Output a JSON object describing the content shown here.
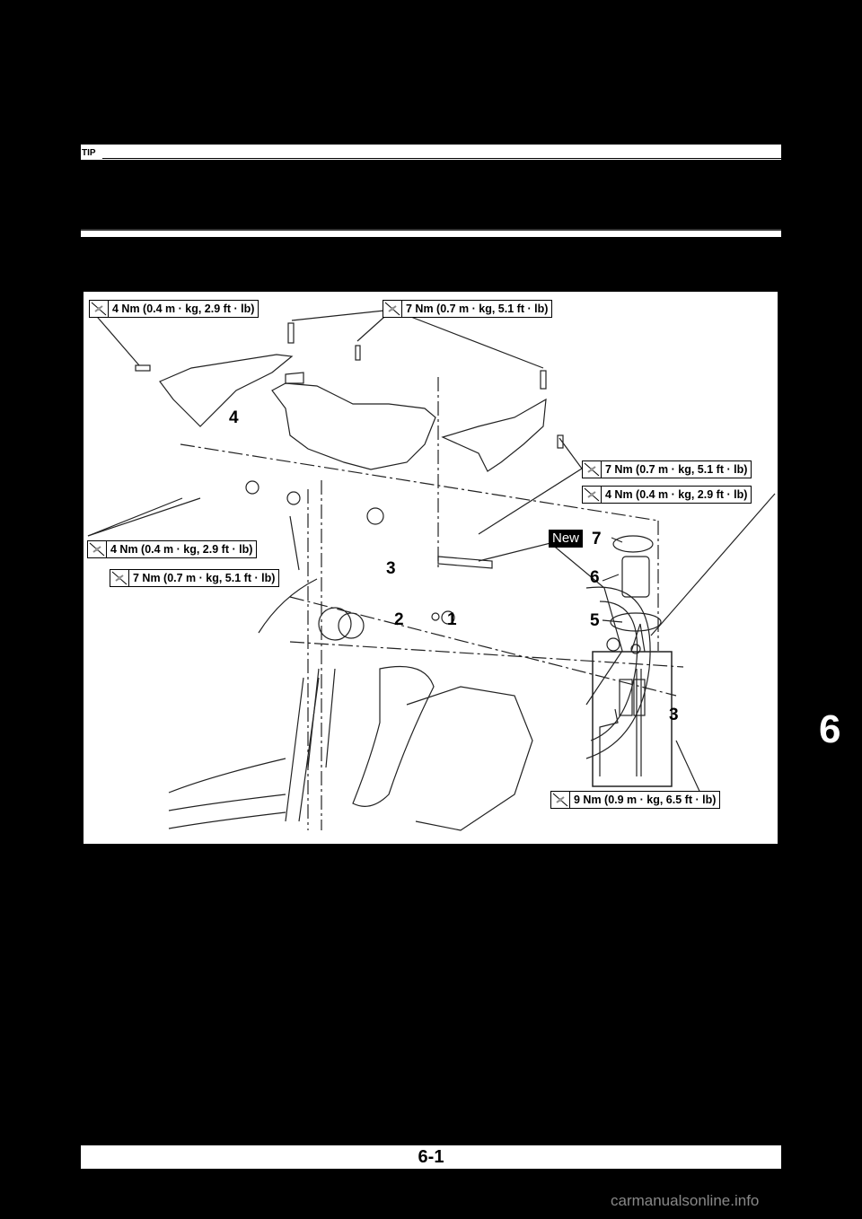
{
  "tip": {
    "label": "TIP"
  },
  "diagram": {
    "torque_specs": [
      {
        "id": "t1",
        "text": "4 Nm (0.4 m · kg, 2.9 ft · lb)"
      },
      {
        "id": "t2",
        "text": "7 Nm (0.7 m · kg, 5.1 ft · lb)"
      },
      {
        "id": "t3",
        "text": "7 Nm (0.7 m · kg, 5.1 ft · lb)"
      },
      {
        "id": "t4",
        "text": "4 Nm (0.4 m · kg, 2.9 ft · lb)"
      },
      {
        "id": "t5",
        "text": "4 Nm (0.4 m · kg, 2.9 ft · lb)"
      },
      {
        "id": "t6",
        "text": "7 Nm (0.7 m · kg, 5.1 ft · lb)"
      },
      {
        "id": "t7",
        "text": "9 Nm (0.9 m · kg, 6.5 ft · lb)"
      }
    ],
    "callouts": [
      "1",
      "2",
      "3",
      "3",
      "4",
      "5",
      "6",
      "7"
    ],
    "new_badge": "New",
    "torque_icon": "torque-wrench-icon"
  },
  "side_tab": {
    "chapter": "6"
  },
  "footer": {
    "page_number": "6-1"
  },
  "watermark": "carmanualsonline.info"
}
